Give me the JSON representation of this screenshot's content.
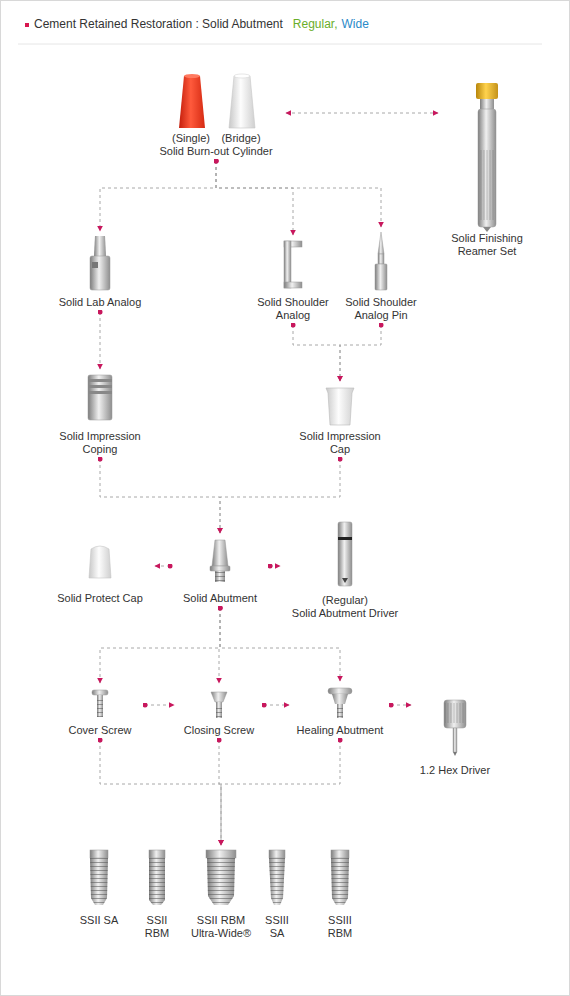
{
  "diagram": {
    "title": "Cement Retained Restoration : Solid Abutment",
    "nodes": [
      {
        "text": [
          "(Single)",
          "(Bridge)",
          "Solid Burn-out Cylinder"
        ]
      },
      {
        "text": [
          "Solid Finishing Reamer Set"
        ]
      },
      {
        "text": [
          "Solid Lab Analog"
        ]
      },
      {
        "text": [
          "Solid Shoulder Analog"
        ]
      },
      {
        "text": [
          "Solid Shoulder Analog Pin"
        ]
      },
      {
        "text": [
          "Solid Impression Coping"
        ]
      },
      {
        "text": [
          "Solid Impression Cap"
        ]
      },
      {
        "text": [
          "Solid Protect Cap"
        ]
      },
      {
        "text": [
          "Solid Abutment"
        ]
      },
      {
        "text": [
          "(Regular)",
          "Solid Abutment Driver"
        ]
      },
      {
        "text": [
          "Cover Screw"
        ]
      },
      {
        "text": [
          "Closing Screw"
        ]
      },
      {
        "text": [
          "Healing Abutment"
        ]
      },
      {
        "text": [
          "1.2 Hex Driver"
        ]
      },
      {
        "text": [
          "SSII SA"
        ]
      },
      {
        "text": [
          "SSII RBM"
        ]
      },
      {
        "text": [
          "SSII RBM Ultra-Wide®"
        ]
      },
      {
        "text": [
          "SSIII SA"
        ]
      },
      {
        "text": [
          "SSIII RBM"
        ]
      }
    ],
    "edges": [
      {
        "from": 0,
        "to": 1,
        "arrow": "both"
      },
      {
        "from": 0,
        "to": 2,
        "arrow": "to"
      },
      {
        "from": 0,
        "to": 3,
        "arrow": "to"
      },
      {
        "from": 0,
        "to": 4,
        "arrow": "to"
      },
      {
        "from": 2,
        "to": 5,
        "arrow": "to"
      },
      {
        "from": 3,
        "to": 6,
        "arrow": "to"
      },
      {
        "from": 4,
        "to": 6,
        "arrow": "to"
      },
      {
        "from": 5,
        "to": 8,
        "arrow": "to"
      },
      {
        "from": 6,
        "to": 8,
        "arrow": "to"
      },
      {
        "from": 8,
        "to": 7,
        "arrow": "to"
      },
      {
        "from": 8,
        "to": 9,
        "arrow": "to"
      },
      {
        "from": 8,
        "to": 10,
        "arrow": "to"
      },
      {
        "from": 8,
        "to": 11,
        "arrow": "to"
      },
      {
        "from": 8,
        "to": 12,
        "arrow": "to"
      },
      {
        "from": 10,
        "to": 11,
        "arrow": "to"
      },
      {
        "from": 11,
        "to": 12,
        "arrow": "to"
      },
      {
        "from": 12,
        "to": 13,
        "arrow": "to"
      },
      {
        "from": 10,
        "to": 16,
        "arrow": "to"
      },
      {
        "from": 11,
        "to": 16,
        "arrow": "to"
      },
      {
        "from": 12,
        "to": 16,
        "arrow": "to"
      }
    ],
    "labels": [
      "Regular,",
      "Wide"
    ]
  }
}
